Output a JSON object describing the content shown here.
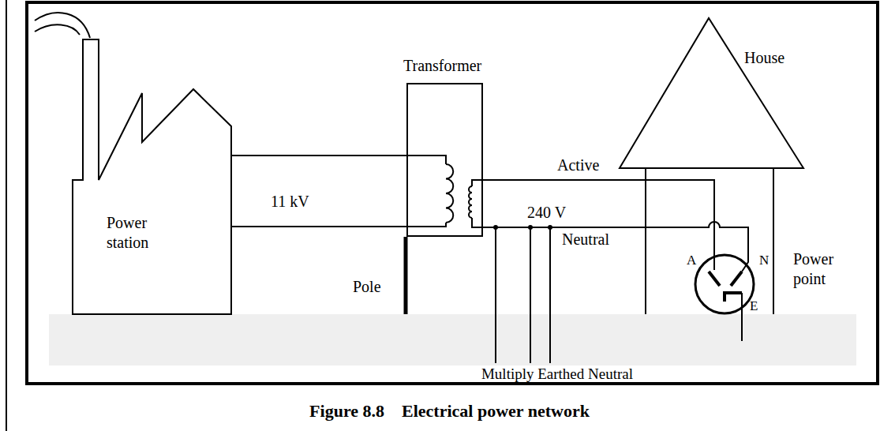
{
  "diagram": {
    "caption": "Figure 8.8    Electrical power network",
    "nodes": [
      {
        "text": [
          "Power station"
        ]
      },
      {
        "text": [
          "Transformer"
        ]
      },
      {
        "text": [
          "House"
        ]
      },
      {
        "text": [
          "Power point"
        ],
        "in": 2
      }
    ],
    "edges": [
      {
        "from": 0,
        "to": 1,
        "label": "11 kV",
        "arrow": "none"
      },
      {
        "from": 1,
        "to": 3,
        "label": "240 V",
        "arrow": "none"
      }
    ],
    "labels": [
      "Active",
      "Neutral",
      "A",
      "N",
      "E",
      "Pole",
      "Multiply Earthed Neutral"
    ]
  }
}
